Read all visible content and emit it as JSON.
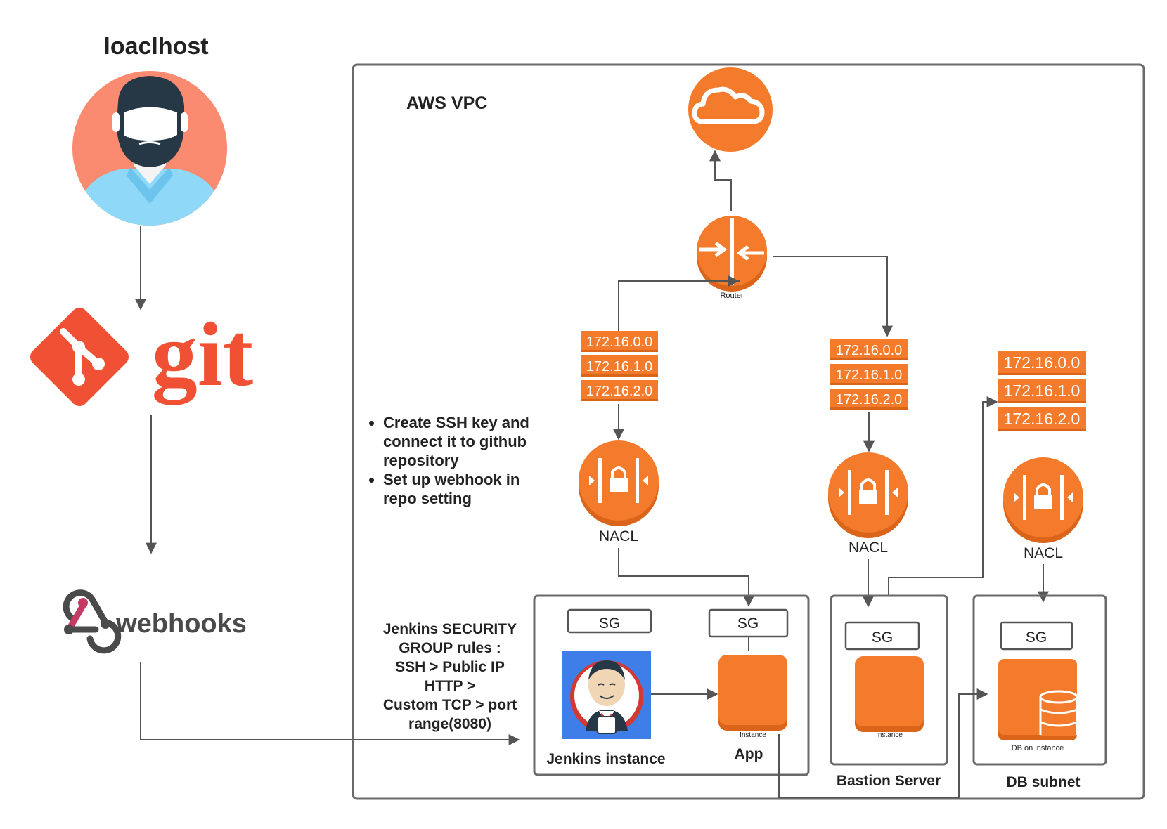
{
  "localhost_label": "loaclhost",
  "git_label": "git",
  "webhooks_label": "webhooks",
  "vpc_label": "AWS VPC",
  "router_label": "Router",
  "subnet_ips": {
    "left": [
      "172.16.0.0",
      "172.16.1.0",
      "172.16.2.0"
    ],
    "middle": [
      "172.16.0.0",
      "172.16.1.0",
      "172.16.2.0"
    ],
    "right": [
      "172.16.0.0",
      "172.16.1.0",
      "172.16.2.0"
    ]
  },
  "nacl_labels": [
    "NACL",
    "NACL",
    "NACL"
  ],
  "setup_notes": [
    "Create SSH key and connect it to github repository",
    "Set up webhook in repo setting"
  ],
  "jenkins_rules": [
    "Jenkins SECURITY",
    "GROUP rules :",
    "SSH > Public IP",
    "HTTP >",
    "Custom TCP > port",
    "range(8080)"
  ],
  "sg_label": "SG",
  "jenkins_instance_label": "Jenkins instance",
  "app_label": "App",
  "instance_caption": "Instance",
  "bastion_label": "Bastion Server",
  "db_caption": "DB on instance",
  "db_subnet_label": "DB subnet",
  "colors": {
    "aws_orange": "#f37b2b",
    "aws_orange_dark": "#d9641a",
    "git_red": "#f05033",
    "avatar_bg": "#fa8a70",
    "shirt": "#8fd8f8",
    "jenkins_blue": "#3f7ee8",
    "line": "#555555"
  }
}
